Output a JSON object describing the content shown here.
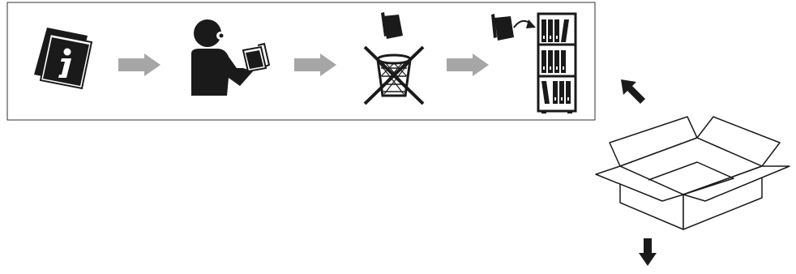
{
  "diagram": {
    "steps": [
      {
        "id": "manual",
        "icon": "info-manual-icon",
        "glyph": "i"
      },
      {
        "id": "read",
        "icon": "person-reading-icon"
      },
      {
        "id": "discard-prohibited",
        "icon": "no-trash-icon"
      },
      {
        "id": "store",
        "icon": "bookshelf-storage-icon"
      }
    ],
    "connectors": [
      "flow-arrow-icon",
      "flow-arrow-icon",
      "flow-arrow-icon"
    ],
    "packaging": {
      "icon": "open-box-icon",
      "arrows": [
        "arrow-up-left-icon",
        "arrow-down-icon"
      ]
    },
    "colors": {
      "ink": "#1a1a1a",
      "arrow": "#a6a6a6",
      "frame": "#333333",
      "background": "#ffffff"
    }
  }
}
